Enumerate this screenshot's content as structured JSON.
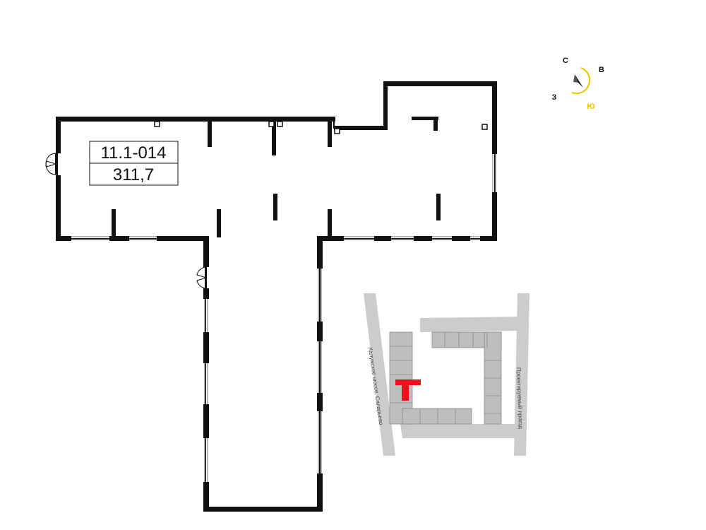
{
  "unit": {
    "number": "11.1-014",
    "area": "311,7"
  },
  "compass": {
    "north": "С",
    "east": "В",
    "west": "З",
    "south": "Ю",
    "accent_color": "#f2c200"
  },
  "site_plan": {
    "street_left": "Калужское шоссе, Саларьево",
    "street_right": "Проектируемый проезд",
    "highlight_color": "#e8141c",
    "road_color": "#cccccc"
  },
  "colors": {
    "wall": "#111111",
    "window": "#888888"
  }
}
